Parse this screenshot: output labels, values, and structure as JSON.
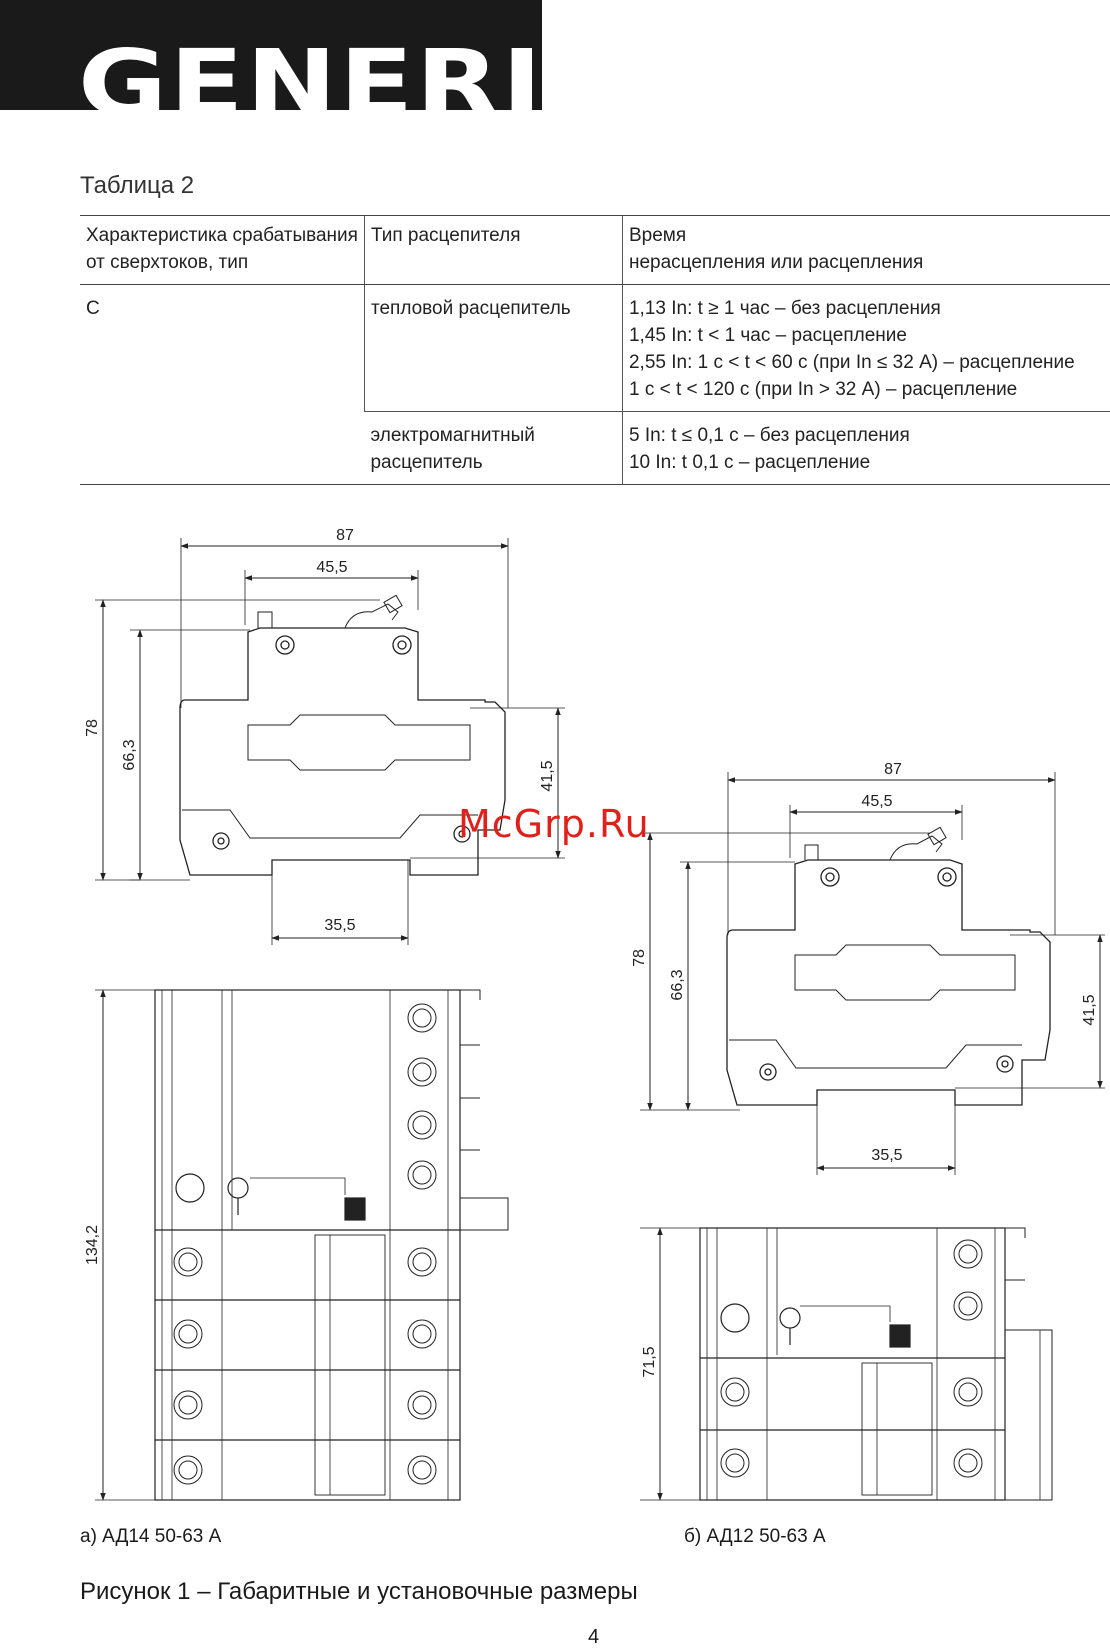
{
  "brand": {
    "logo_text": "GENERICA"
  },
  "table": {
    "caption": "Таблица 2",
    "headers": [
      [
        "Характеристика срабатывания",
        "от сверхтоков, тип"
      ],
      [
        "Тип расцепителя"
      ],
      [
        "Время",
        "нерасцепления или расцепления"
      ]
    ],
    "characteristic": "C",
    "thermal": {
      "type": "тепловой расцепитель",
      "time": [
        "1,13 In: t ≥ 1 час – без расцепления",
        "1,45 In: t < 1 час – расцепление",
        "2,55 In: 1 с < t < 60 с (при In ≤ 32 А) – расцепление",
        "1 с < t < 120 с (при In > 32 А) – расцепление"
      ]
    },
    "electromagnetic": {
      "type": [
        "электромагнитный",
        "расцепитель"
      ],
      "time": [
        "5 In: t ≤ 0,1 с – без расцепления",
        "10 In: t   0,1 с – расцепление"
      ]
    }
  },
  "drawing_a_side": {
    "dims": {
      "width": "87",
      "top": "45,5",
      "height": "78",
      "height_inner": "66,3",
      "depth": "41,5",
      "rail": "35,5"
    }
  },
  "drawing_b_side": {
    "dims": {
      "width": "87",
      "top": "45,5",
      "height": "78",
      "height_inner": "66,3",
      "depth": "41,5",
      "rail": "35,5"
    }
  },
  "drawing_a_front": {
    "dims": {
      "height": "134,2"
    }
  },
  "drawing_b_front": {
    "dims": {
      "height": "71,5"
    }
  },
  "watermark": "McGrp.Ru",
  "captions": {
    "a": "а) АД14 50-63 А",
    "b": "б) АД12 50-63 А",
    "figure": "Рисунок 1 – Габаритные и установочные размеры"
  },
  "page_number": "4"
}
